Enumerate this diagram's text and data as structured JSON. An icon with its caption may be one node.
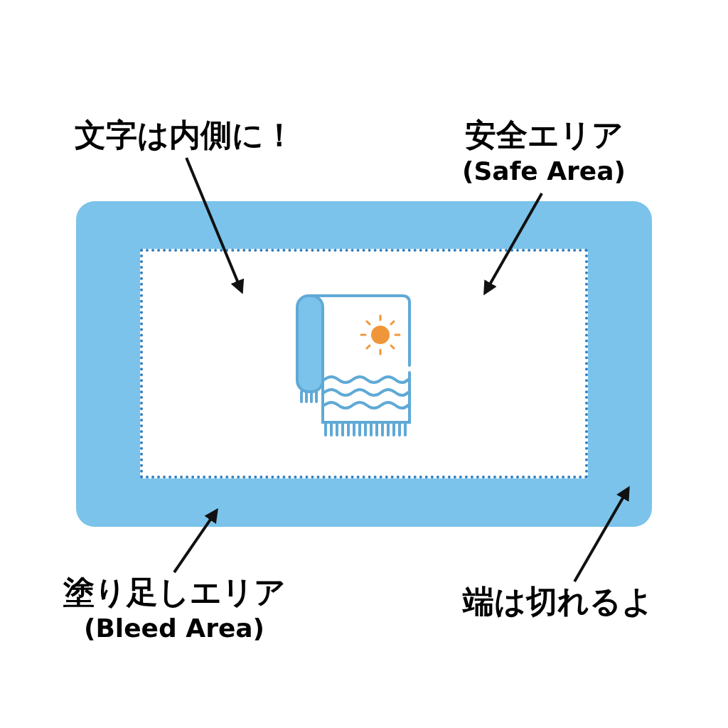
{
  "diagram": {
    "nodes": [
      {
        "text": [
          "文字は内側に！"
        ]
      },
      {
        "text": [
          "安全エリア",
          "(Safe Area)"
        ]
      },
      {
        "text": [],
        "shape": "box"
      },
      {
        "text": [],
        "shape": "box",
        "in": 2
      },
      {
        "text": [
          "塗り足しエリア",
          "(Bleed Area)"
        ]
      },
      {
        "text": [
          "端は切れるよ"
        ]
      }
    ],
    "edges": [
      {
        "from": 0,
        "to": 3,
        "arrow": "to"
      },
      {
        "from": 1,
        "to": 3,
        "arrow": "to"
      },
      {
        "from": 4,
        "to": 2,
        "arrow": "to"
      },
      {
        "from": 5,
        "to": 2,
        "arrow": "to"
      }
    ]
  }
}
